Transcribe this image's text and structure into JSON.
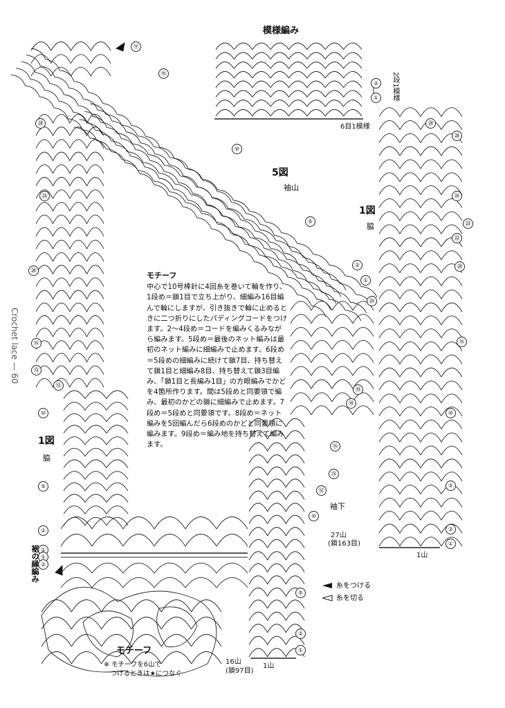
{
  "titles": {
    "pattern_stitch": "模様編み",
    "fig5": "5図",
    "sleeve_cap": "袖山",
    "fig1_right": "1図",
    "side_right": "脇",
    "fig1_left": "1図",
    "side_left": "脇",
    "under_sleeve": "袖下",
    "hem_edging": "裾の縁編み",
    "motif": "モチーフ",
    "repeat_side": "2段1模様",
    "repeat_bottom": "6目1模様"
  },
  "running_head": "Crochet lace — 60",
  "counts": {
    "right_top": "27山",
    "right_chain": "(鎖163目)",
    "right_one": "1山",
    "bottom_top": "16山",
    "bottom_chain": "(鎖97目)",
    "bottom_one": "1山"
  },
  "legend": {
    "attach": "糸をつける",
    "cut": "糸を切る"
  },
  "motif_note": "※ モチーフを6山で\n　つけるときは★につなぐ",
  "instructions": {
    "heading": "モチーフ",
    "body": "中心で10号棒針に4回糸を巻いて輪を作り、1段め＝鎖1目で立ち上がり、細編み16目編んで輪にしますが、引き抜きで輪に止めるときに二つ折りにしたパディングコードをつけます。2〜4段め＝コードを編みくるみながら編みます。5段め＝最後のネット編みは最初のネット編みに細編みで止めます。6段め＝5段めの細編みに続けて鎖7目、持ち替えて鎖1目と細編み8目、持ち替えて鎖3目編み、「鎖1目と長編み1目」の方眼編みでかどを4箇所作ります。間は5段めと同要領で編み、最初のかどの鎖に細編みで止めます。7段め＝5段めと同要領です。8段め＝ネット編みを5回編んだら6段めのかどと同要領に編みます。9段め＝編み地を持ち替えて編みます。"
  },
  "row_markers": [
    "①",
    "②",
    "⑤",
    "⑩",
    "⑫",
    "⑬",
    "⑮",
    "⑱",
    "⑲",
    "⑳",
    "㉒",
    "㉓",
    "㉕",
    "㉖",
    "㉘",
    "㉙",
    "⑰"
  ],
  "colors": {
    "ink": "#111111"
  }
}
